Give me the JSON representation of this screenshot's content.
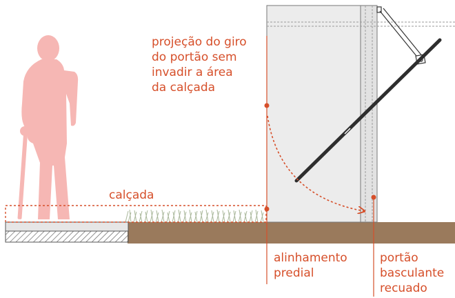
{
  "labels": {
    "swing_projection": "projeção do giro\ndo portão sem\ninvadir a área\nda calçada",
    "sidewalk": "calçada",
    "property_line": "alinhamento\npredial",
    "gate": "portão\nbasculante\nrecuado"
  },
  "colors": {
    "accent": "#d64f2a",
    "ground": "#9a7a5c",
    "figure": "#f6b7b4",
    "wall": "#ececec",
    "grass": "#a9b79a"
  },
  "icons": [
    "elderly-person-with-cane-icon",
    "grass-icon"
  ]
}
